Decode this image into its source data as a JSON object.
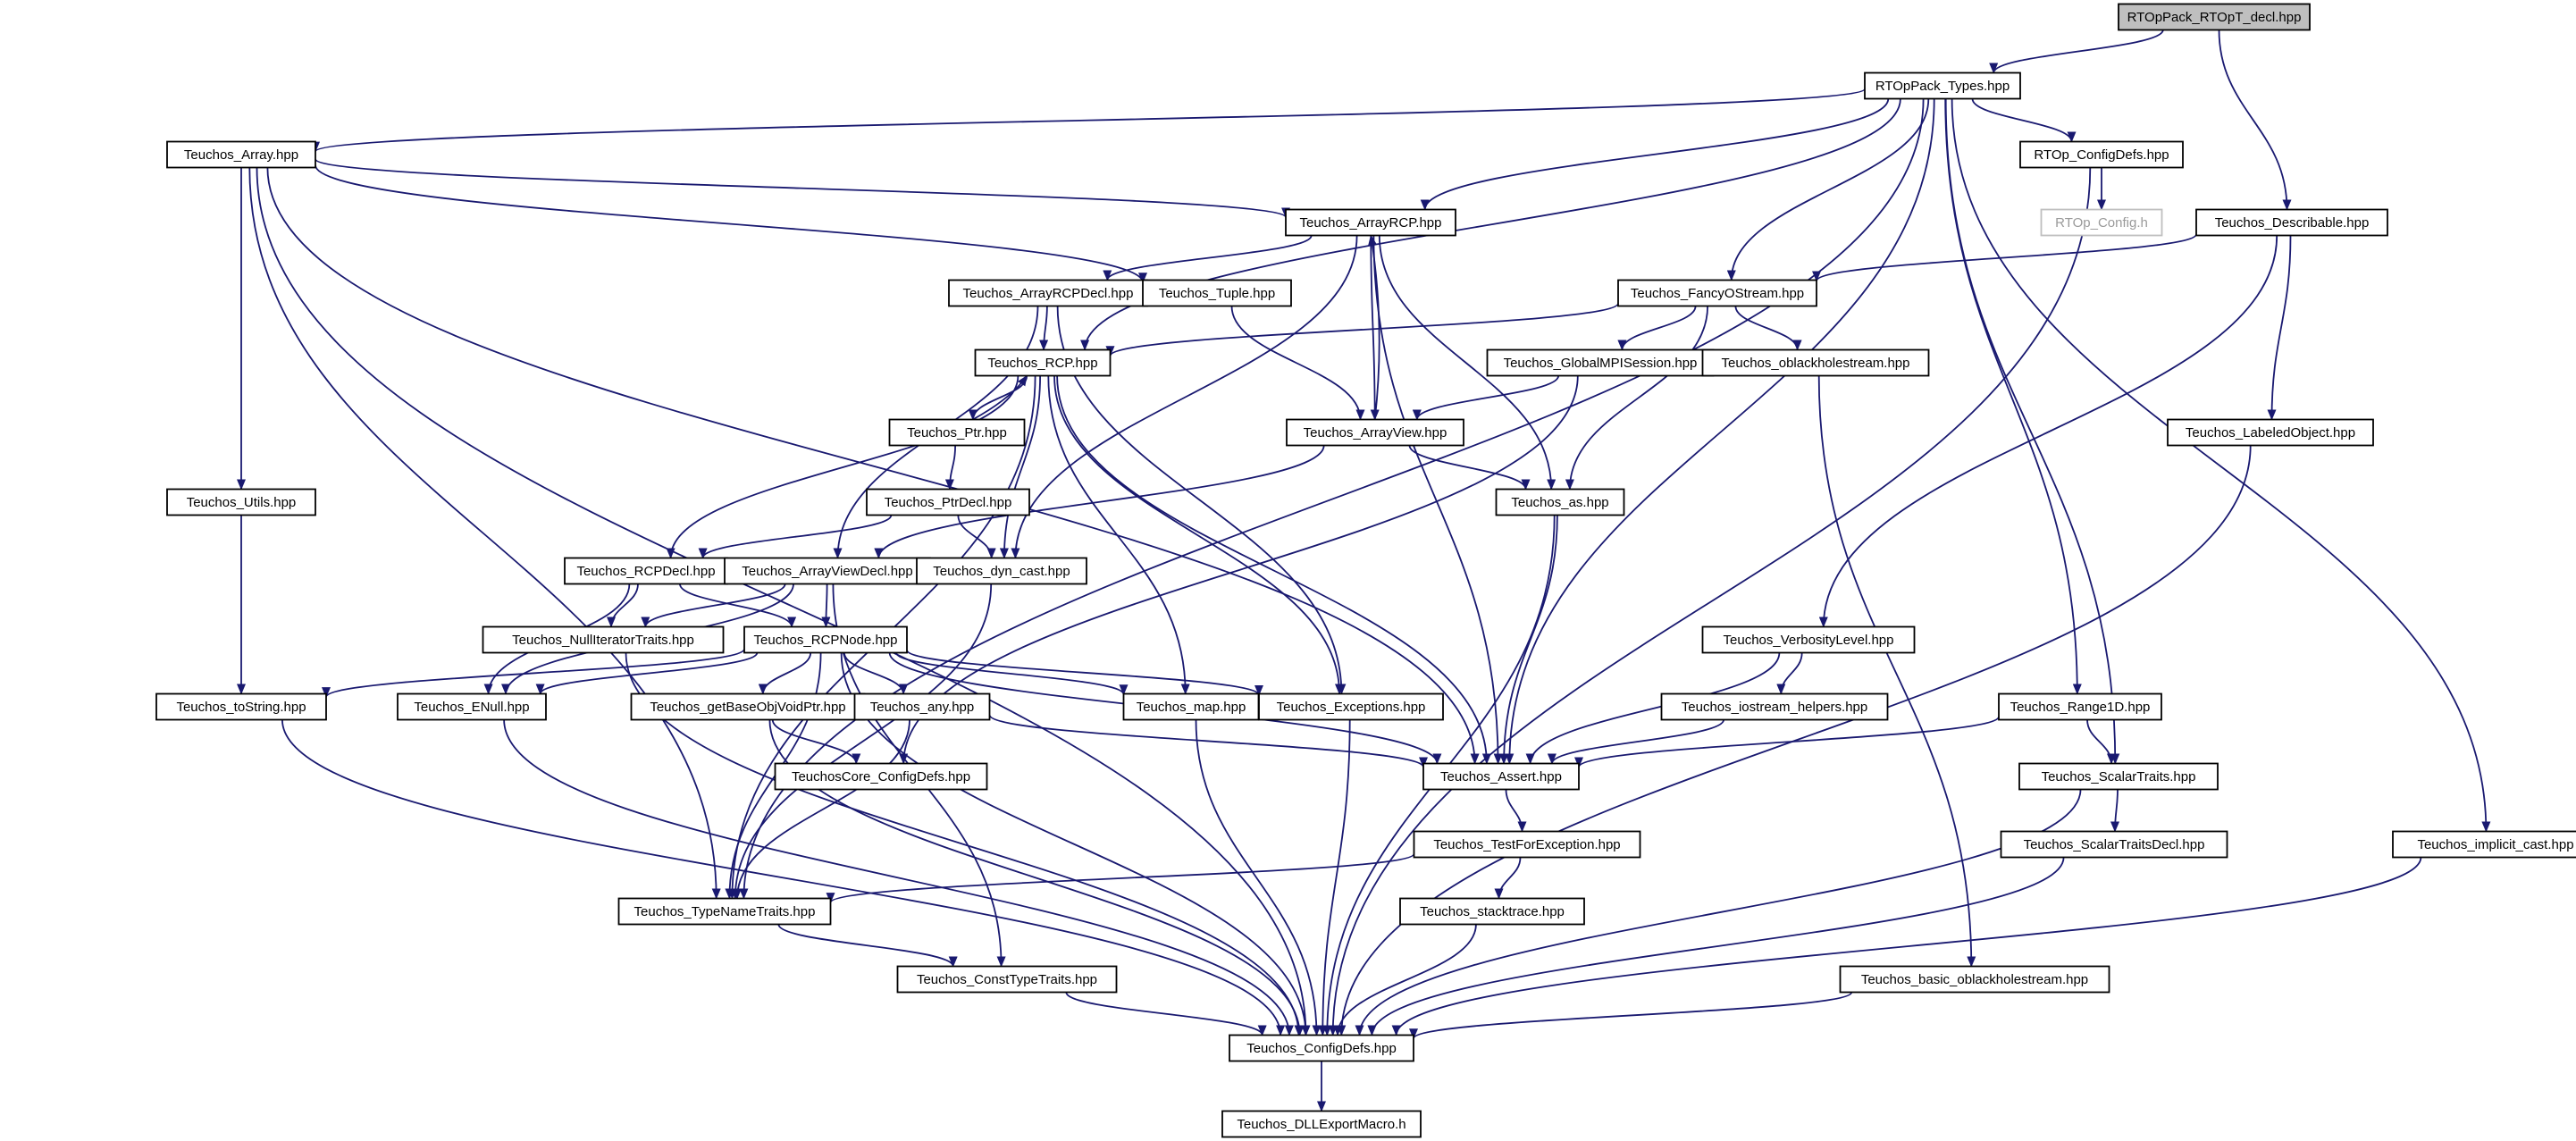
{
  "diagram": {
    "nodes": [
      {
        "id": "root",
        "label": "RTOpPack_RTOpT_decl.hpp",
        "root": true
      },
      {
        "id": "types",
        "label": "RTOpPack_Types.hpp"
      },
      {
        "id": "array",
        "label": "Teuchos_Array.hpp"
      },
      {
        "id": "rtopcfg",
        "label": "RTOp_ConfigDefs.hpp"
      },
      {
        "id": "rtopconfigh",
        "label": "RTOp_Config.h",
        "faint": true
      },
      {
        "id": "describable",
        "label": "Teuchos_Describable.hpp"
      },
      {
        "id": "arrayrcp",
        "label": "Teuchos_ArrayRCP.hpp"
      },
      {
        "id": "arrayrcpdecl",
        "label": "Teuchos_ArrayRCPDecl.hpp"
      },
      {
        "id": "tuple",
        "label": "Teuchos_Tuple.hpp"
      },
      {
        "id": "fancy",
        "label": "Teuchos_FancyOStream.hpp"
      },
      {
        "id": "rcp",
        "label": "Teuchos_RCP.hpp"
      },
      {
        "id": "globalmpi",
        "label": "Teuchos_GlobalMPISession.hpp"
      },
      {
        "id": "oblack",
        "label": "Teuchos_oblackholestream.hpp"
      },
      {
        "id": "ptr",
        "label": "Teuchos_Ptr.hpp"
      },
      {
        "id": "arrayview",
        "label": "Teuchos_ArrayView.hpp"
      },
      {
        "id": "labeled",
        "label": "Teuchos_LabeledObject.hpp"
      },
      {
        "id": "utils",
        "label": "Teuchos_Utils.hpp"
      },
      {
        "id": "ptrdecl",
        "label": "Teuchos_PtrDecl.hpp"
      },
      {
        "id": "as",
        "label": "Teuchos_as.hpp"
      },
      {
        "id": "rcpdecl",
        "label": "Teuchos_RCPDecl.hpp"
      },
      {
        "id": "arrayviewdecl",
        "label": "Teuchos_ArrayViewDecl.hpp"
      },
      {
        "id": "dyncast",
        "label": "Teuchos_dyn_cast.hpp"
      },
      {
        "id": "nulliter",
        "label": "Teuchos_NullIteratorTraits.hpp"
      },
      {
        "id": "rcpnode",
        "label": "Teuchos_RCPNode.hpp"
      },
      {
        "id": "verbosity",
        "label": "Teuchos_VerbosityLevel.hpp"
      },
      {
        "id": "tostring",
        "label": "Teuchos_toString.hpp"
      },
      {
        "id": "enull",
        "label": "Teuchos_ENull.hpp"
      },
      {
        "id": "getbase",
        "label": "Teuchos_getBaseObjVoidPtr.hpp"
      },
      {
        "id": "any",
        "label": "Teuchos_any.hpp"
      },
      {
        "id": "map",
        "label": "Teuchos_map.hpp"
      },
      {
        "id": "exceptions",
        "label": "Teuchos_Exceptions.hpp"
      },
      {
        "id": "iostream",
        "label": "Teuchos_iostream_helpers.hpp"
      },
      {
        "id": "range1d",
        "label": "Teuchos_Range1D.hpp"
      },
      {
        "id": "corecfg",
        "label": "TeuchosCore_ConfigDefs.hpp"
      },
      {
        "id": "assert",
        "label": "Teuchos_Assert.hpp"
      },
      {
        "id": "scalartraits",
        "label": "Teuchos_ScalarTraits.hpp"
      },
      {
        "id": "testforexc",
        "label": "Teuchos_TestForException.hpp"
      },
      {
        "id": "scalartraitsdecl",
        "label": "Teuchos_ScalarTraitsDecl.hpp"
      },
      {
        "id": "implicitcast",
        "label": "Teuchos_implicit_cast.hpp"
      },
      {
        "id": "typename",
        "label": "Teuchos_TypeNameTraits.hpp"
      },
      {
        "id": "stacktrace",
        "label": "Teuchos_stacktrace.hpp"
      },
      {
        "id": "consttype",
        "label": "Teuchos_ConstTypeTraits.hpp"
      },
      {
        "id": "basicoblack",
        "label": "Teuchos_basic_oblackholestream.hpp"
      },
      {
        "id": "configdefs",
        "label": "Teuchos_ConfigDefs.hpp"
      },
      {
        "id": "dllexport",
        "label": "Teuchos_DLLExportMacro.h"
      }
    ],
    "edges": [
      [
        "root",
        "types"
      ],
      [
        "root",
        "describable"
      ],
      [
        "types",
        "array"
      ],
      [
        "types",
        "arrayrcp"
      ],
      [
        "types",
        "rcp"
      ],
      [
        "types",
        "fancy"
      ],
      [
        "types",
        "rtopcfg"
      ],
      [
        "types",
        "assert"
      ],
      [
        "types",
        "range1d"
      ],
      [
        "types",
        "scalartraits"
      ],
      [
        "types",
        "implicitcast"
      ],
      [
        "types",
        "typename"
      ],
      [
        "array",
        "arrayrcp"
      ],
      [
        "array",
        "tuple"
      ],
      [
        "array",
        "utils"
      ],
      [
        "array",
        "assert"
      ],
      [
        "array",
        "typename"
      ],
      [
        "array",
        "configdefs"
      ],
      [
        "rtopcfg",
        "rtopconfigh"
      ],
      [
        "rtopcfg",
        "configdefs"
      ],
      [
        "describable",
        "fancy"
      ],
      [
        "describable",
        "labeled"
      ],
      [
        "describable",
        "verbosity"
      ],
      [
        "arrayrcp",
        "arrayrcpdecl"
      ],
      [
        "arrayrcp",
        "arrayview"
      ],
      [
        "arrayrcp",
        "as"
      ],
      [
        "arrayrcp",
        "dyncast"
      ],
      [
        "arrayrcp",
        "assert"
      ],
      [
        "arrayrcpdecl",
        "rcp"
      ],
      [
        "arrayrcpdecl",
        "arrayviewdecl"
      ],
      [
        "arrayrcpdecl",
        "exceptions"
      ],
      [
        "tuple",
        "arrayview"
      ],
      [
        "fancy",
        "rcp"
      ],
      [
        "fancy",
        "globalmpi"
      ],
      [
        "fancy",
        "oblack"
      ],
      [
        "fancy",
        "as"
      ],
      [
        "rcp",
        "ptr"
      ],
      [
        "rcp",
        "rcpdecl"
      ],
      [
        "rcp",
        "dyncast"
      ],
      [
        "rcp",
        "map"
      ],
      [
        "rcp",
        "exceptions"
      ],
      [
        "rcp",
        "assert"
      ],
      [
        "rcp",
        "typename"
      ],
      [
        "globalmpi",
        "arrayview"
      ],
      [
        "globalmpi",
        "corecfg"
      ],
      [
        "oblack",
        "basicoblack"
      ],
      [
        "ptr",
        "rcp"
      ],
      [
        "ptr",
        "ptrdecl"
      ],
      [
        "arrayview",
        "arrayrcp"
      ],
      [
        "arrayview",
        "arrayviewdecl"
      ],
      [
        "arrayview",
        "as"
      ],
      [
        "labeled",
        "configdefs"
      ],
      [
        "utils",
        "tostring"
      ],
      [
        "ptrdecl",
        "rcpdecl"
      ],
      [
        "ptrdecl",
        "dyncast"
      ],
      [
        "as",
        "assert"
      ],
      [
        "as",
        "configdefs"
      ],
      [
        "rcpdecl",
        "nulliter"
      ],
      [
        "rcpdecl",
        "rcpnode"
      ],
      [
        "rcpdecl",
        "enull"
      ],
      [
        "arrayviewdecl",
        "nulliter"
      ],
      [
        "arrayviewdecl",
        "rcpnode"
      ],
      [
        "arrayviewdecl",
        "enull"
      ],
      [
        "arrayviewdecl",
        "consttype"
      ],
      [
        "dyncast",
        "typename"
      ],
      [
        "nulliter",
        "configdefs"
      ],
      [
        "rcpnode",
        "tostring"
      ],
      [
        "rcpnode",
        "enull"
      ],
      [
        "rcpnode",
        "getbase"
      ],
      [
        "rcpnode",
        "any"
      ],
      [
        "rcpnode",
        "map"
      ],
      [
        "rcpnode",
        "exceptions"
      ],
      [
        "rcpnode",
        "assert"
      ],
      [
        "rcpnode",
        "typename"
      ],
      [
        "rcpnode",
        "configdefs"
      ],
      [
        "verbosity",
        "iostream"
      ],
      [
        "verbosity",
        "assert"
      ],
      [
        "tostring",
        "configdefs"
      ],
      [
        "enull",
        "configdefs"
      ],
      [
        "getbase",
        "corecfg"
      ],
      [
        "getbase",
        "configdefs"
      ],
      [
        "any",
        "assert"
      ],
      [
        "any",
        "typename"
      ],
      [
        "map",
        "configdefs"
      ],
      [
        "exceptions",
        "configdefs"
      ],
      [
        "iostream",
        "assert"
      ],
      [
        "range1d",
        "assert"
      ],
      [
        "range1d",
        "scalartraits"
      ],
      [
        "assert",
        "testforexc"
      ],
      [
        "scalartraits",
        "scalartraitsdecl"
      ],
      [
        "scalartraits",
        "configdefs"
      ],
      [
        "testforexc",
        "typename"
      ],
      [
        "testforexc",
        "stacktrace"
      ],
      [
        "scalartraitsdecl",
        "configdefs"
      ],
      [
        "implicitcast",
        "configdefs"
      ],
      [
        "typename",
        "consttype"
      ],
      [
        "stacktrace",
        "configdefs"
      ],
      [
        "consttype",
        "configdefs"
      ],
      [
        "basicoblack",
        "configdefs"
      ],
      [
        "configdefs",
        "dllexport"
      ]
    ]
  }
}
